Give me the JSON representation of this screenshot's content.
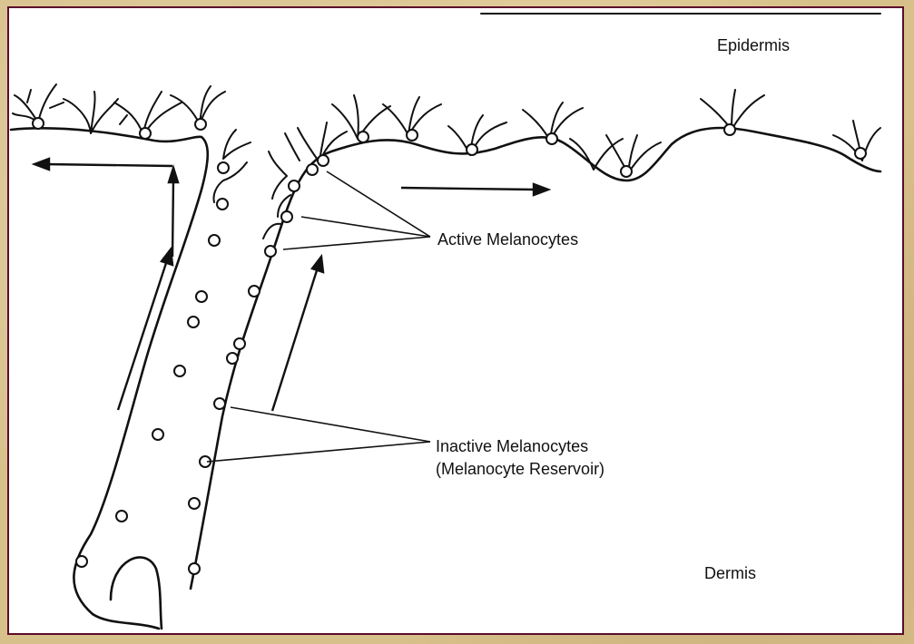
{
  "labels": {
    "epidermis": "Epidermis",
    "dermis": "Dermis",
    "active": "Active Melanocytes",
    "inactive_line1": "Inactive Melanocytes",
    "inactive_line2": "(Melanocyte Reservoir)"
  },
  "colors": {
    "border": "#5b0d2c",
    "background": "#d8c08a",
    "ink": "#111111"
  }
}
